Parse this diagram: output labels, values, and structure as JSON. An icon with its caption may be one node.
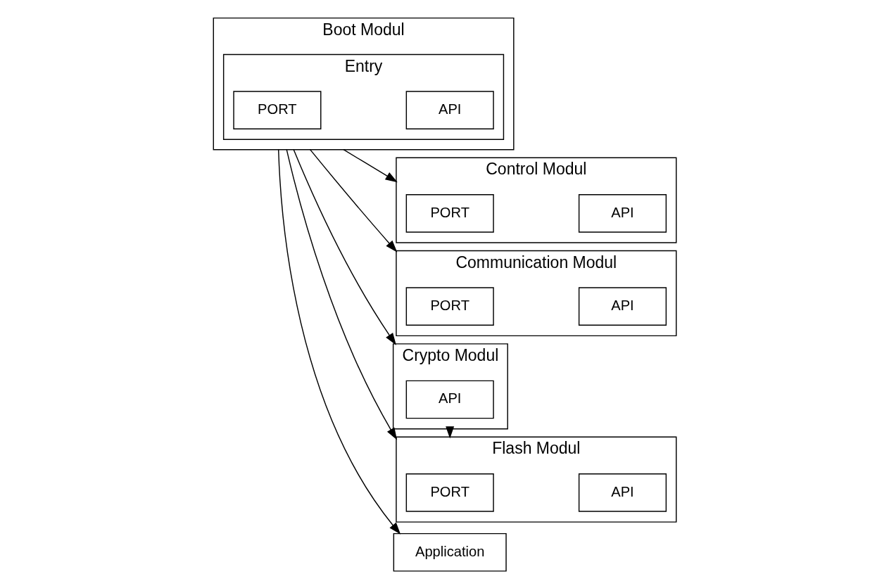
{
  "diagram": {
    "nodes": [
      {
        "text": [
          "Control Modul"
        ]
      },
      {
        "text": [
          "PORT"
        ],
        "in": 0
      },
      {
        "text": [
          "API"
        ],
        "in": 0
      },
      {
        "text": [
          "Communication Modul"
        ]
      },
      {
        "text": [
          "PORT"
        ],
        "in": 3
      },
      {
        "text": [
          "API"
        ],
        "in": 3
      },
      {
        "text": [
          "Crypto Modul"
        ]
      },
      {
        "text": [
          "API"
        ],
        "in": 6
      },
      {
        "text": [
          "Flash Modul"
        ]
      },
      {
        "text": [
          "PORT"
        ],
        "in": 8
      },
      {
        "text": [
          "API"
        ],
        "in": 8
      },
      {
        "text": [
          "Boot Modul"
        ]
      },
      {
        "text": [
          "Entry"
        ],
        "in": 11
      },
      {
        "text": [
          "PORT"
        ],
        "in": 12
      },
      {
        "text": [
          "API"
        ],
        "in": 12
      },
      {
        "text": [
          "Application"
        ]
      }
    ],
    "edges": [
      {
        "from": 11,
        "to": 0,
        "arrow": "to"
      },
      {
        "from": 11,
        "to": 3,
        "arrow": "to"
      },
      {
        "from": 11,
        "to": 6,
        "arrow": "to"
      },
      {
        "from": 11,
        "to": 8,
        "arrow": "to"
      },
      {
        "from": 6,
        "to": 8,
        "arrow": "to"
      },
      {
        "from": 11,
        "to": 15,
        "arrow": "to"
      }
    ]
  }
}
